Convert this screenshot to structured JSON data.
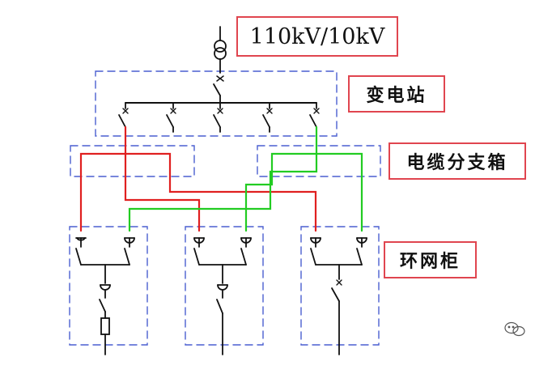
{
  "labels": {
    "voltage": "110kV/10kV",
    "substation": "变电站",
    "branch_box": "电缆分支箱",
    "ring_cabinet": "环网柜"
  },
  "colors": {
    "line": "#111111",
    "dashed_box": "#4a5fd0",
    "label_border": "#e0454f",
    "feeder_red": "#e02020",
    "feeder_green": "#22cc22"
  },
  "icons": [
    "transformer-icon",
    "breaker-x-mark",
    "load-switch-icon",
    "fuse-icon",
    "wechat-watermark-icon"
  ]
}
